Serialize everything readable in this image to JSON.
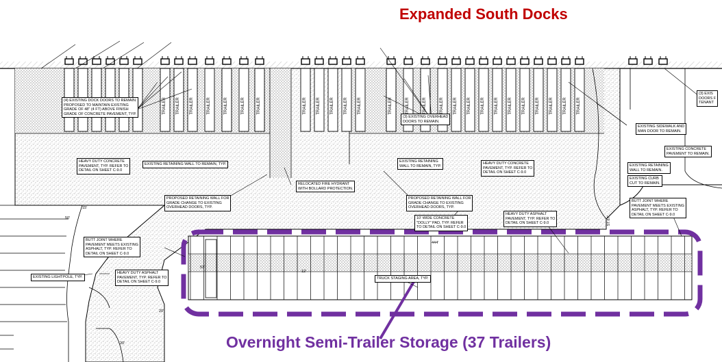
{
  "titles": {
    "top": "Expanded South Docks",
    "bottom": "Overnight Semi-Trailer Storage (37 Trailers)"
  },
  "colors": {
    "top_title": "#c00000",
    "bottom_title": "#7030a0",
    "highlight_outline": "#7030a0",
    "linework": "#000000",
    "stipple": "#8a8a8a"
  },
  "callouts": {
    "existing_dock_doors": "(4) EXISTING DOCK DOORS TO REMAIN.\nPROPOSED TO MAINTAIN EXISTING\nGRADE OF 48\" (4 FT) ABOVE FINISH\nGRADE OF CONCRETE PAVEMENT, TYP.",
    "existing_overhead_doors": "(3) EXISTING OVERHEAD\nDOORS TO REMAIN.",
    "tenant_doors": "(3) EXIS\nDOORS F\nTENANT",
    "existing_sidewalk": "EXISTING SIDEWALK AND\nMAN DOOR TO REMAIN.",
    "existing_concrete": "EXISTING CONCRETE\nPAVEMENT TO REMAIN.",
    "heavy_duty_concrete_left": "HEAVY DUTY CONCRETE\nPAVEMENT, TYP. REFER TO\nDETAIL ON SHEET C-9.0",
    "existing_retaining_wall_left": "EXISTING RETAINING WALL TO REMAIN, TYP.",
    "existing_retaining_wall_right": "EXISTING RETAINING\nWALL TO REMAIN, TYP.",
    "heavy_duty_concrete_right": "HEAVY DUTY CONCRETE\nPAVEMENT, TYP. REFER TO\nDETAIL ON SHEET C-9.0",
    "existing_retaining_wall_east": "EXISTING RETAINING\nWALL TO REMAIN.",
    "existing_curb": "EXISTING CURB\nCUT TO REMAIN.",
    "relocated_fire_hydrant": "RELOCATED FIRE HYDRANT\nWITH BOLLARD PROTECTION.",
    "proposed_retaining_wall_left": "PROPOSED RETAINING WALL FOR\nGRADE CHANGE TO EXISTING\nOVERHEAD DOORS, TYP.",
    "proposed_retaining_wall_right": "PROPOSED RETAINING WALL FOR\nGRADE CHANGE TO EXISTING\nOVERHEAD DOORS, TYP.",
    "dolly_pad": "10' WIDE CONCRETE\n\"DOLLY\" PAD, TYP. REFER\nTO DETAIL ON SHEET C-9.0",
    "heavy_duty_asphalt_right": "HEAVY DUTY ASPHALT\nPAVEMENT, TYP. REFER TO\nDETAIL ON SHEET C-9.0",
    "butt_joint_right": "BUTT JOINT WHERE\nPAVEMENT MEETS EXISTING\nASPHALT, TYP. REFER TO\nDETAIL ON SHEET C-9.0",
    "butt_joint_left": "BUTT JOINT WHERE\nPAVEMENT MEETS EXISTING\nASPHALT, TYP. REFER TO\nDETAIL ON SHEET C-9.0",
    "heavy_duty_asphalt_left": "HEAVY DUTY ASPHALT\nPAVEMENT, TYP. REFER TO\nDETAIL ON SHEET C-9.0",
    "existing_lightpole": "EXISTING LIGHTPOLE, TYP.",
    "truck_staging": "TRUCK STAGING AREA, TYP."
  },
  "dock_labels": {
    "trailer": "TRAILER"
  },
  "dimensions": {
    "d1": "12'",
    "d2": "53'",
    "d3": "444'",
    "d4": "15'",
    "d5": "50'",
    "d6": "20'",
    "d7": "20'",
    "d8": "57.67'"
  }
}
